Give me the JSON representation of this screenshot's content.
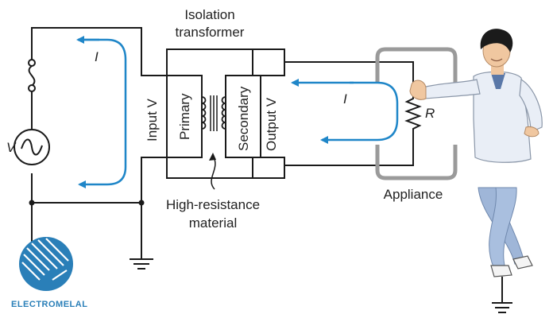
{
  "labels": {
    "transformer_title_line1": "Isolation",
    "transformer_title_line2": "transformer",
    "input": "Input V",
    "primary": "Primary",
    "secondary": "Secondary",
    "output": "Output V",
    "source_v": "V",
    "current_left": "I",
    "current_right": "I",
    "resistor": "R",
    "appliance": "Appliance",
    "material_line1": "High-resistance",
    "material_line2": "material"
  },
  "logo": {
    "text": "ELECTROMELAL"
  },
  "colors": {
    "wire": "#1a1a1a",
    "current_arrow": "#1f86c8",
    "appliance_outline": "#9a9a9a",
    "logo_blue": "#2a7fb8",
    "shirt": "#e9eef6",
    "jeans": "#9fb6d8",
    "skin": "#f0c7a0",
    "hair": "#1b1b1b"
  }
}
